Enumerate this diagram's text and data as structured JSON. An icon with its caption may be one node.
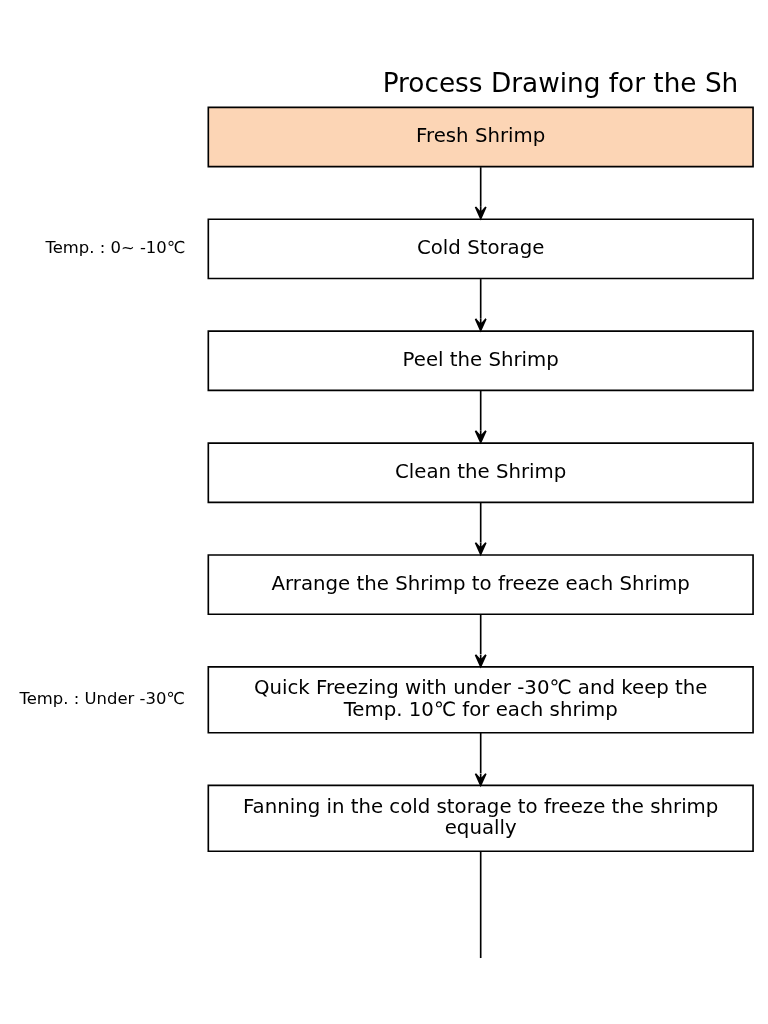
{
  "diagram": {
    "title": "Process Drawing for the Sh",
    "nodes": [
      {
        "text": [
          "Fresh Shrimp"
        ]
      },
      {
        "text": [
          "Cold Storage"
        ],
        "beside": [
          "Temp. : 0~ -10℃"
        ]
      },
      {
        "text": [
          "Peel the Shrimp"
        ]
      },
      {
        "text": [
          "Clean the Shrimp"
        ]
      },
      {
        "text": [
          "Arrange the Shrimp to freeze each Shrimp"
        ]
      },
      {
        "text": [
          "Quick Freezing with under -30℃ and keep the Temp. 10℃ for each shrimp"
        ],
        "beside": [
          "Temp. : Under -30℃"
        ]
      },
      {
        "text": [
          "Fanning in the cold storage to freeze the shrimp equally"
        ]
      }
    ],
    "edges": [
      {
        "from": 0,
        "to": 1,
        "arrow": "to"
      },
      {
        "from": 1,
        "to": 2,
        "arrow": "to"
      },
      {
        "from": 2,
        "to": 3,
        "arrow": "to"
      },
      {
        "from": 3,
        "to": 4,
        "arrow": "to"
      },
      {
        "from": 4,
        "to": 5,
        "arrow": "to"
      },
      {
        "from": 5,
        "to": 6,
        "arrow": "to"
      },
      {
        "from": 6,
        "to": null,
        "arrow": "none"
      }
    ]
  }
}
